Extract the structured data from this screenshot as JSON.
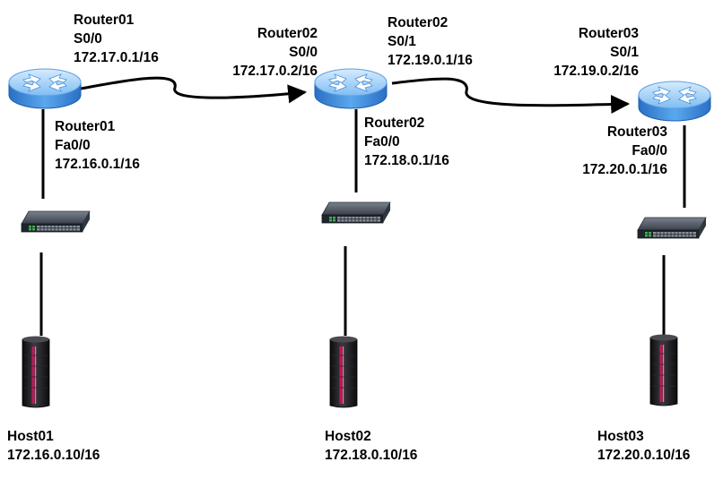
{
  "nodes": {
    "router01": {
      "name": "Router01",
      "type": "router"
    },
    "router02": {
      "name": "Router02",
      "type": "router"
    },
    "router03": {
      "name": "Router03",
      "type": "router"
    },
    "switch01": {
      "type": "switch"
    },
    "switch02": {
      "type": "switch"
    },
    "switch03": {
      "type": "switch"
    },
    "host01": {
      "name": "Host01",
      "ip": "172.16.0.10/16",
      "type": "server"
    },
    "host02": {
      "name": "Host02",
      "ip": "172.18.0.10/16",
      "type": "server"
    },
    "host03": {
      "name": "Host03",
      "ip": "172.20.0.10/16",
      "type": "server"
    }
  },
  "interfaces": {
    "r1_s00": {
      "device": "Router01",
      "iface": "S0/0",
      "ip": "172.17.0.1/16"
    },
    "r2_s00": {
      "device": "Router02",
      "iface": "S0/0",
      "ip": "172.17.0.2/16"
    },
    "r2_s01": {
      "device": "Router02",
      "iface": "S0/1",
      "ip": "172.19.0.1/16"
    },
    "r3_s01": {
      "device": "Router03",
      "iface": "S0/1",
      "ip": "172.19.0.2/16"
    },
    "r1_fa": {
      "device": "Router01",
      "iface": "Fa0/0",
      "ip": "172.16.0.1/16"
    },
    "r2_fa": {
      "device": "Router02",
      "iface": "Fa0/0",
      "ip": "172.18.0.1/16"
    },
    "r3_fa": {
      "device": "Router03",
      "iface": "Fa0/0",
      "ip": "172.20.0.1/16"
    }
  },
  "links": [
    {
      "from": "router01",
      "to": "router02",
      "kind": "serial"
    },
    {
      "from": "router02",
      "to": "router03",
      "kind": "serial"
    },
    {
      "from": "router01",
      "to": "switch01",
      "kind": "ethernet"
    },
    {
      "from": "router02",
      "to": "switch02",
      "kind": "ethernet"
    },
    {
      "from": "router03",
      "to": "switch03",
      "kind": "ethernet"
    },
    {
      "from": "switch01",
      "to": "host01",
      "kind": "ethernet"
    },
    {
      "from": "switch02",
      "to": "host02",
      "kind": "ethernet"
    },
    {
      "from": "switch03",
      "to": "host03",
      "kind": "ethernet"
    }
  ],
  "colors": {
    "router_top": "#a9d6f8",
    "router_side": "#3f8fe0",
    "router_edge": "#1d5fae",
    "switch_body": "#2c3440",
    "switch_ports": "#2f9d3a",
    "server_body": "#171719",
    "server_stripe": "#c2185b",
    "link": "#000000"
  }
}
